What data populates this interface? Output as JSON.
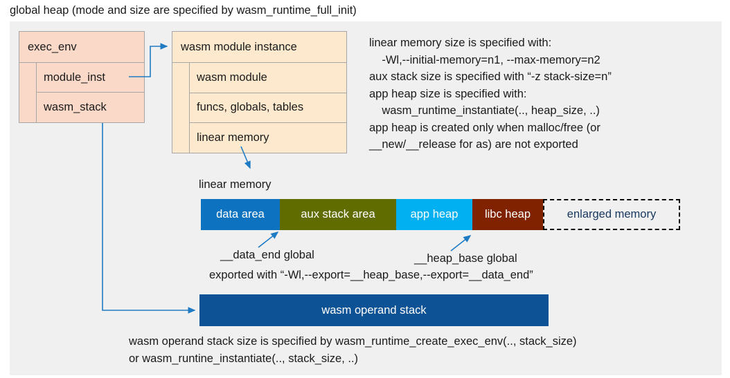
{
  "title": "global heap (mode and size are specified by wasm_runtime_full_init)",
  "exec_env": {
    "header": "exec_env",
    "rows": [
      {
        "label": "module_inst"
      },
      {
        "label": "wasm_stack"
      }
    ]
  },
  "wasm_module_instance": {
    "header": "wasm module instance",
    "rows": [
      {
        "label": "wasm module"
      },
      {
        "label": "funcs, globals, tables"
      },
      {
        "label": "linear memory"
      }
    ]
  },
  "notes": {
    "memory_note": "linear memory size is specified with:\n    -Wl,--initial-memory=n1, --max-memory=n2\naux stack size is specified with “-z stack-size=n”\napp heap size is specified with:\n    wasm_runtime_instantiate(.., heap_size, ..)\napp heap is created only when malloc/free (or\n__new/__release for as) are not exported",
    "stack_size_note": "wasm operand stack size is specified by wasm_runtime_create_exec_env(.., stack_size)\nor wasm_runtine_instantiate(.., stack_size, ..)"
  },
  "linear_memory": {
    "label": "linear memory",
    "segments": [
      {
        "label": "data area",
        "color": "#0d72bf",
        "width": 114
      },
      {
        "label": "aux stack area",
        "color": "#606c00",
        "width": 168
      },
      {
        "label": "app heap",
        "color": "#00b0f0",
        "width": 110
      },
      {
        "label": "libc heap",
        "color": "#802200",
        "width": 102
      },
      {
        "label": "enlarged memory",
        "color": "#f0f0f0",
        "width": 198
      }
    ]
  },
  "annotations": {
    "data_end": "__data_end global",
    "heap_base": "__heap_base global",
    "exported_with": "exported with “-Wl,--export=__heap_base,--export=__data_end”"
  },
  "operand_stack": {
    "label": "wasm operand stack",
    "color": "#0d5294"
  },
  "colors": {
    "canvas": "#f0f0f0",
    "exec_env_fill": "#fbd9c9",
    "module_fill": "#fdeace",
    "connector": "#1f7ac4",
    "border": "#a6a6a6"
  }
}
